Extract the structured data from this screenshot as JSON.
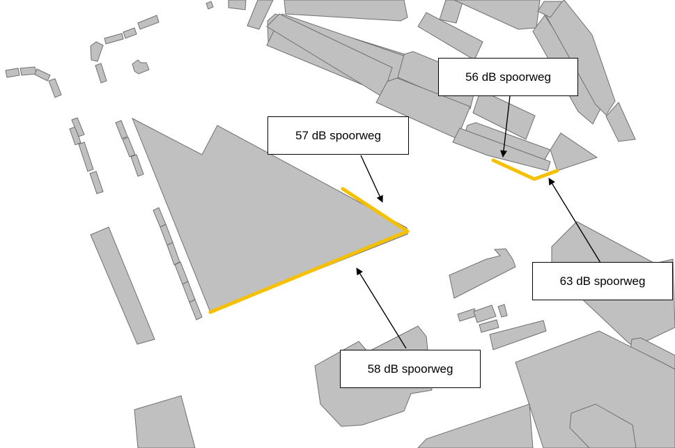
{
  "map": {
    "labels": {
      "l57": "57 dB spoorweg",
      "l56": "56 dB spoorweg",
      "l63": "63 dB spoorweg",
      "l58": "58 dB spoorweg"
    },
    "colors": {
      "building": "#c0c0c0",
      "building_outline": "#6e6e6e",
      "facade_highlight": "#f5c000",
      "background": "#ffffff"
    }
  }
}
